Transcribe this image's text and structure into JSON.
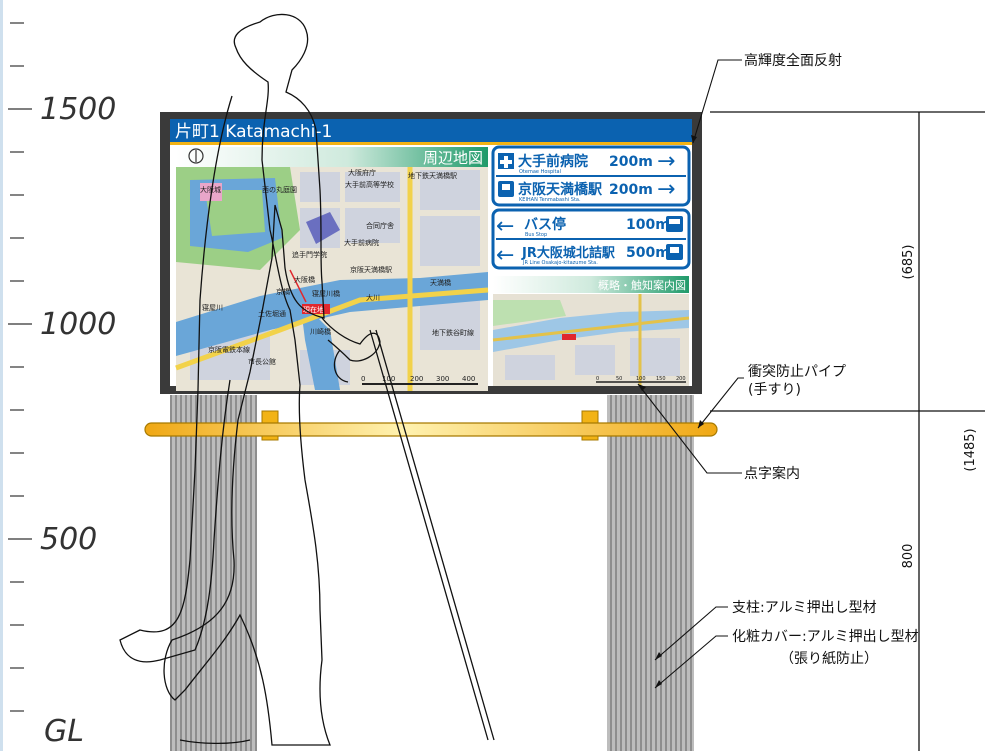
{
  "scale": {
    "labels": [
      "1500",
      "1000",
      "500",
      "GL"
    ]
  },
  "sign": {
    "title": "片町1 Katamachi-1",
    "map_header": "周辺地図",
    "map_labels": [
      "大阪城",
      "西の丸庭園",
      "大阪府庁",
      "大手前高等学校",
      "地下鉄天満橋駅",
      "合同庁舎",
      "大手前病院",
      "追手門学院",
      "京阪天満橋駅",
      "天満橋",
      "大阪橋",
      "京橋",
      "寝屋川橋",
      "大川",
      "地下鉄谷町線",
      "寝屋川",
      "土佐堀通",
      "京阪電鉄本線",
      "川崎橋",
      "市長公館",
      "現在地"
    ],
    "scale_ticks": [
      "0",
      "100",
      "200",
      "300",
      "400"
    ],
    "directions": [
      {
        "name": "大手前病院",
        "sub": "Otemae Hospital",
        "distance": "200m",
        "arrow": "→"
      },
      {
        "name": "京阪天満橋駅",
        "sub": "KEIHAN Tenmabashi Sta.",
        "distance": "200m",
        "arrow": "→"
      },
      {
        "name": "バス停",
        "sub": "Bus Stop",
        "distance": "100m",
        "arrow": "←"
      },
      {
        "name": "JR大阪城北詰駅",
        "sub": "JR Line Osakajo-kitazume Sta.",
        "distance": "500m",
        "arrow": "←"
      }
    ],
    "tactile_header": "概略・触知案内図",
    "tactile_ticks": [
      "0",
      "50",
      "100",
      "150",
      "200"
    ]
  },
  "annotations": {
    "reflective": "高輝度全面反射",
    "pipe_1": "衝突防止パイプ",
    "pipe_2": "(手すり)",
    "braille": "点字案内",
    "pillar": "支柱:アルミ押出し型材",
    "cover": "化粧カバー:アルミ押出し型材",
    "cover_note": "（張り紙防止）"
  },
  "dimensions": {
    "d685": "(685)",
    "d1485": "(1485)",
    "d800": "800"
  },
  "colors": {
    "blue": "#0b62b0",
    "green": "#1f9a6a",
    "yellow": "#f2b315",
    "frame": "#3a3a3a",
    "pillar": "#a6a6a6"
  }
}
